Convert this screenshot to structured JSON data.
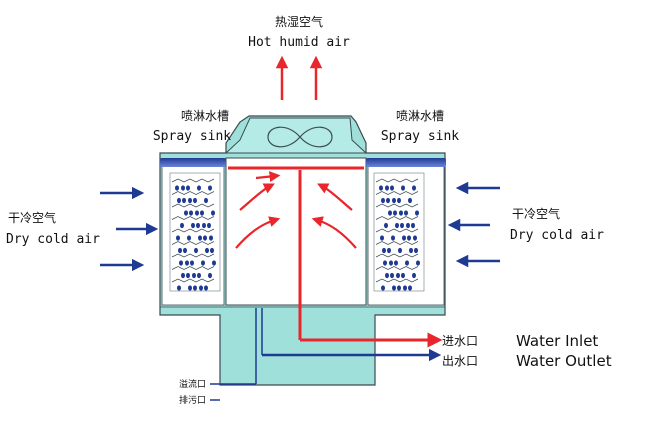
{
  "labels": {
    "hot_air_cn": "热湿空气",
    "hot_air_en": "Hot humid air",
    "spray_left_cn": "喷淋水槽",
    "spray_left_en": "Spray sink",
    "spray_right_cn": "喷淋水槽",
    "spray_right_en": "Spray sink",
    "dry_left_cn": "干冷空气",
    "dry_left_en": "Dry cold air",
    "dry_right_cn": "干冷空气",
    "dry_right_en": "Dry cold air",
    "inlet_cn": "进水口",
    "inlet_en": "Water Inlet",
    "outlet_cn": "出水口",
    "outlet_en": "Water Outlet",
    "overflow_cn": "溢流口",
    "drain_cn": "排污口"
  },
  "colors": {
    "tower_fill": "#9fe0da",
    "tower_stroke": "#3a4a52",
    "hot_pipe": "#e8262b",
    "cold_pipe": "#1f3a93",
    "air_arrow": "#1f3a93",
    "spray_sink": "#3b55b5",
    "fill_panel": "#ffffff"
  }
}
